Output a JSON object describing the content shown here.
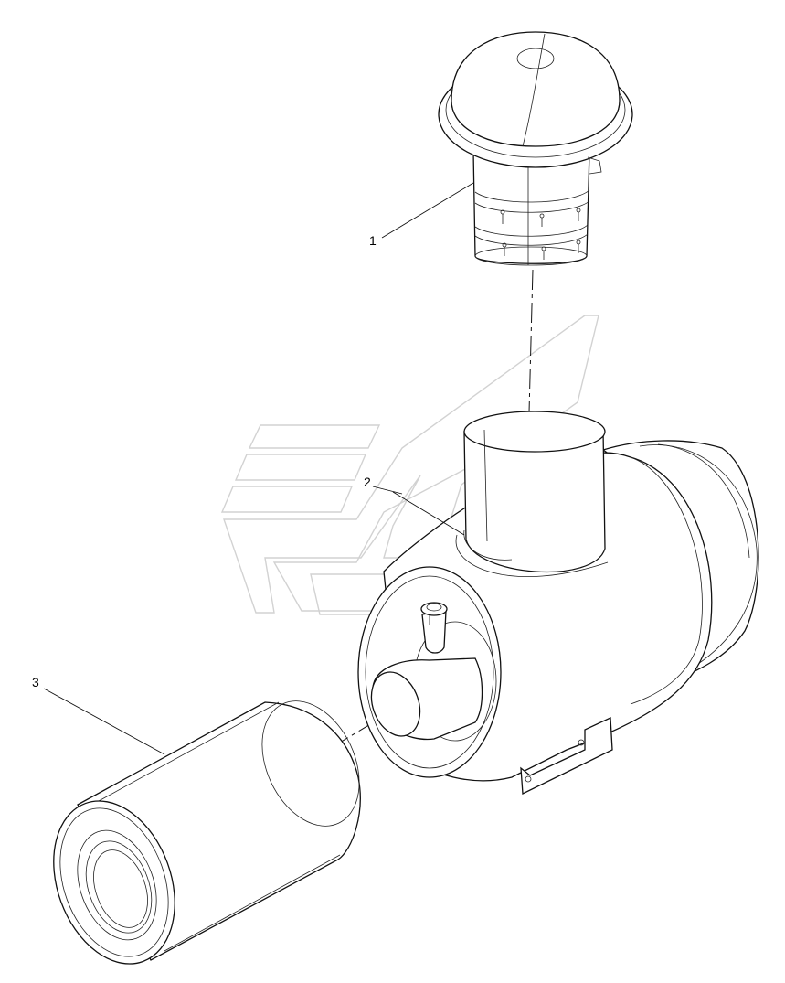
{
  "callouts": [
    {
      "id": "1",
      "label": "1"
    },
    {
      "id": "2",
      "label": "2"
    },
    {
      "id": "3",
      "label": "3"
    }
  ],
  "colors": {
    "line": "#111111",
    "watermark": "#d2d2d2",
    "background": "#ffffff"
  },
  "parts": [
    "precleaner-cap",
    "air-cleaner-housing",
    "filter-element"
  ],
  "watermark": "brand-logo-watermark"
}
